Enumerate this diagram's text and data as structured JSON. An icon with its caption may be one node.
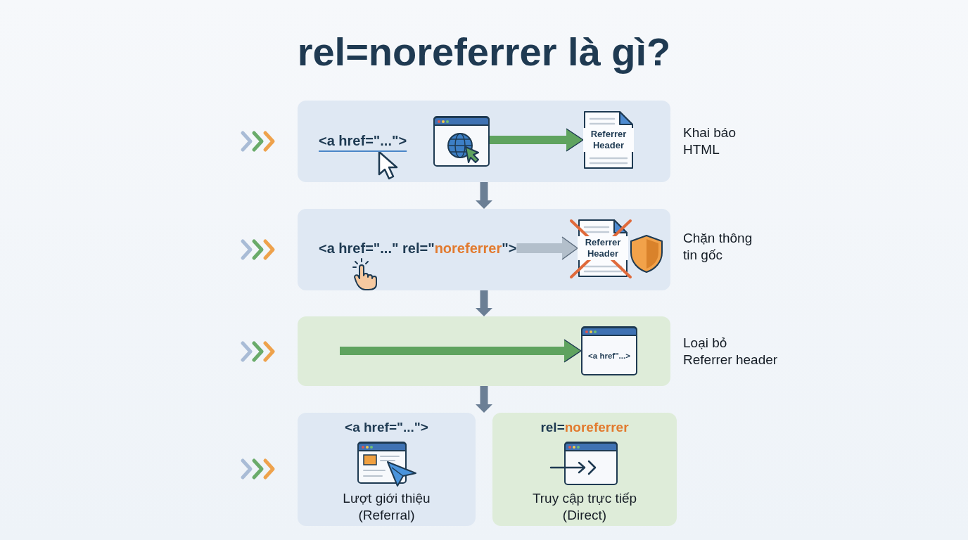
{
  "diagram": {
    "title": "rel=noreferrer là gì?",
    "nodes": [
      {
        "text": [],
        "shape": "box",
        "beside": [
          "Khai báo HTML"
        ]
      },
      {
        "text": [],
        "shape": "picture",
        "in": 0
      },
      {
        "text": [
          "Referrer Header"
        ],
        "in": 0
      },
      {
        "text": [],
        "shape": "box",
        "beside": [
          "Chặn thông tin gốc"
        ]
      },
      {
        "text": [
          "<a href=\"...\" rel=\"**noreferrer**\">"
        ],
        "in": 3
      },
      {
        "text": [
          "Referrer Header"
        ],
        "in": 3
      },
      {
        "text": [],
        "shape": "box",
        "beside": [
          "Loại bỏ Referrer header"
        ]
      },
      {
        "text": [
          "<a href\"...>"
        ],
        "in": 6
      },
      {
        "text": [
          "<a href=\"...\">",
          "Lượt giới thiệu (Referral)"
        ]
      },
      {
        "text": [
          "rel=**noreferrer**",
          "Truy cập trực tiếp (Direct)"
        ]
      }
    ],
    "edges": [
      {
        "from": 1,
        "to": 2,
        "arrow": "to",
        "color": "#5fa35f"
      },
      {
        "from": 0,
        "to": 3,
        "arrow": "to"
      },
      {
        "from": 4,
        "to": 5,
        "arrow": "to",
        "color": "#b3bfcb"
      },
      {
        "from": 3,
        "to": 6,
        "arrow": "to"
      },
      {
        "from": null,
        "to": 7,
        "arrow": "to",
        "color": "#5fa35f"
      },
      {
        "from": 6,
        "to": 8,
        "arrow": "to"
      },
      {
        "from": 6,
        "to": 9,
        "arrow": "to"
      }
    ],
    "labels": [
      "<a href=\"...\">"
    ]
  }
}
